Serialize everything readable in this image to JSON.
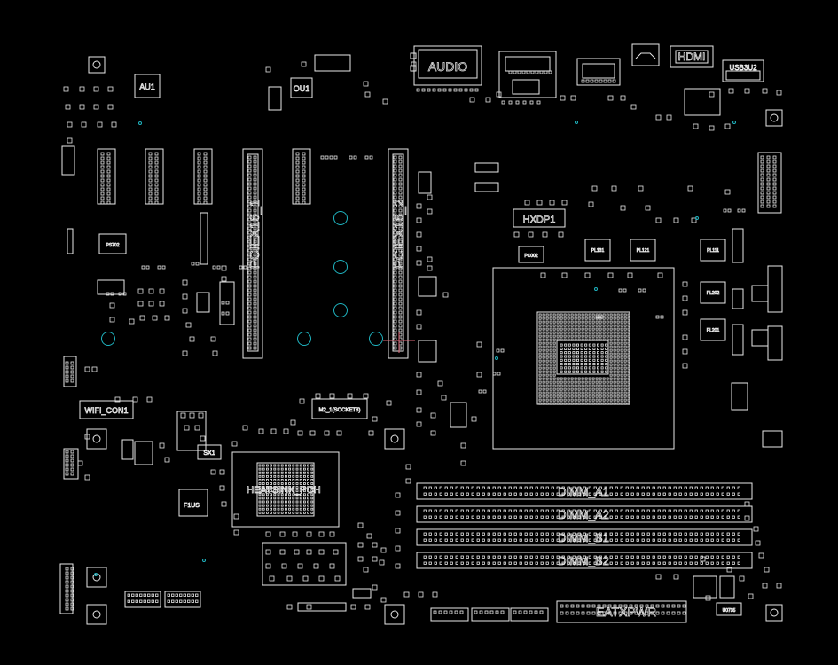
{
  "diagram": {
    "background": "#000000",
    "stroke_color": "#e8e8e8",
    "via_color": "#1fb3bf",
    "marker_color": "#e06a7a",
    "labels": {
      "audio": "AUDIO",
      "hdmi": "HDMI",
      "usb": "USB3U2",
      "au1": "AU1",
      "ou1": "OU1",
      "hxdp1": "HXDP1",
      "pcie_left": "PCIEX16_1",
      "pcie_right": "PCIEX16_2",
      "wifi": "WIFI_CON1",
      "m2": "M2_1(SOCKET3)",
      "heatsink": "HEATSINK_PCH",
      "dimm_a1": "DIMM_A1",
      "dimm_a2": "DIMM_A2",
      "dimm_b1": "DIMM_B1",
      "dimm_b2": "DIMM_B2",
      "atxpwr": "EATXPWR",
      "f1us": "F1US",
      "sx1": "SX1",
      "pc002": "PC002",
      "pj1": "PL131",
      "pj2": "PL121",
      "pj3": "PL111",
      "pl202": "PL202",
      "pl201": "PL201",
      "ps702": "PS702",
      "u0735": "U0735"
    }
  }
}
